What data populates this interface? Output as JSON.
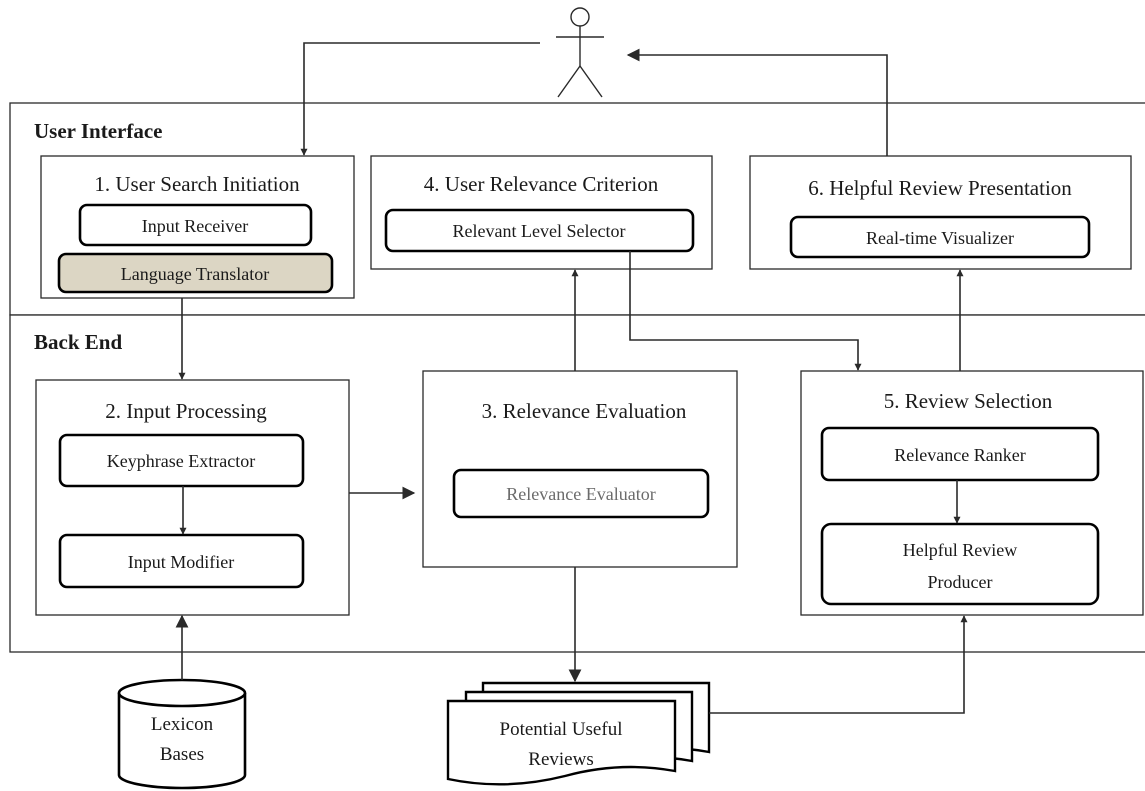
{
  "diagram": {
    "actor_icon": "stick-figure-user-icon",
    "sections": {
      "user_interface": "User Interface",
      "back_end": "Back End"
    },
    "modules": {
      "m1": {
        "title": "1. User Search Initiation",
        "components": [
          "Input Receiver",
          "Language Translator"
        ]
      },
      "m2": {
        "title": "2. Input Processing",
        "components": [
          "Keyphrase Extractor",
          "Input Modifier"
        ]
      },
      "m3": {
        "title": "3. Relevance Evaluation",
        "components": [
          "Relevance Evaluator"
        ]
      },
      "m4": {
        "title": "4. User Relevance Criterion",
        "components": [
          "Relevant Level Selector"
        ]
      },
      "m5": {
        "title": "5. Review Selection",
        "components": [
          "Relevance Ranker",
          "Helpful Review",
          "Producer"
        ]
      },
      "m6": {
        "title": "6. Helpful Review Presentation",
        "components": [
          "Real-time Visualizer"
        ]
      }
    },
    "datastores": {
      "lexicon": [
        "Lexicon",
        "Bases"
      ],
      "reviews": [
        "Potential Useful",
        "Reviews"
      ]
    },
    "colors": {
      "stroke": "#2a2a2a",
      "highlight_fill": "#dcd6c4",
      "muted_text": "#6b6b6b"
    }
  }
}
